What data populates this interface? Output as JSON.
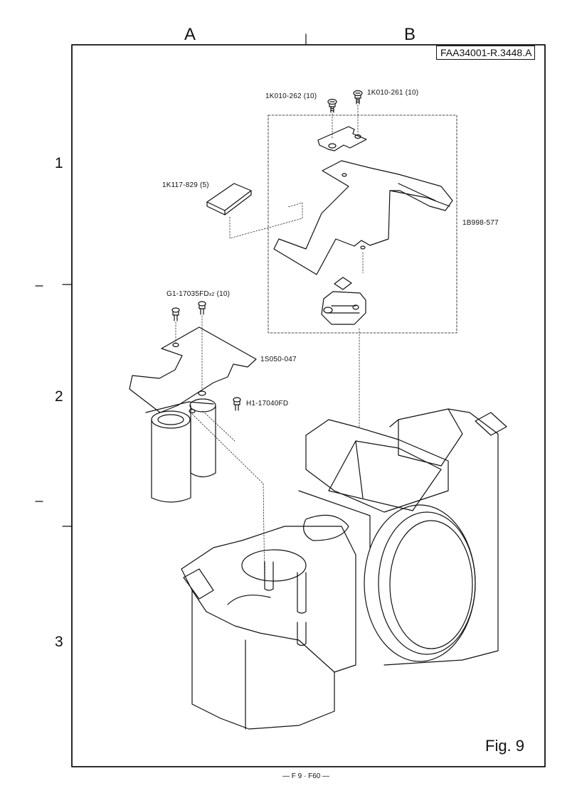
{
  "grid": {
    "columns": [
      "A",
      "B"
    ],
    "rows": [
      "1",
      "2",
      "3"
    ]
  },
  "doc_code": "FAA34001-R.3448.A",
  "parts": {
    "screw_b_left": "1K010-262 (10)",
    "screw_b_right": "1K010-261 (10)",
    "pad": "1K117-829 (5)",
    "flex_board": "1B998-577",
    "screw_g1": "G1-17035FD",
    "screw_g1_suffix": "x2",
    "screw_g1_qty": "(10)",
    "strobe_pcb": "1S050-047",
    "screw_h1": "H1-17040FD"
  },
  "figure_label": "Fig.  9",
  "footer": "— F 9 · F60 —"
}
